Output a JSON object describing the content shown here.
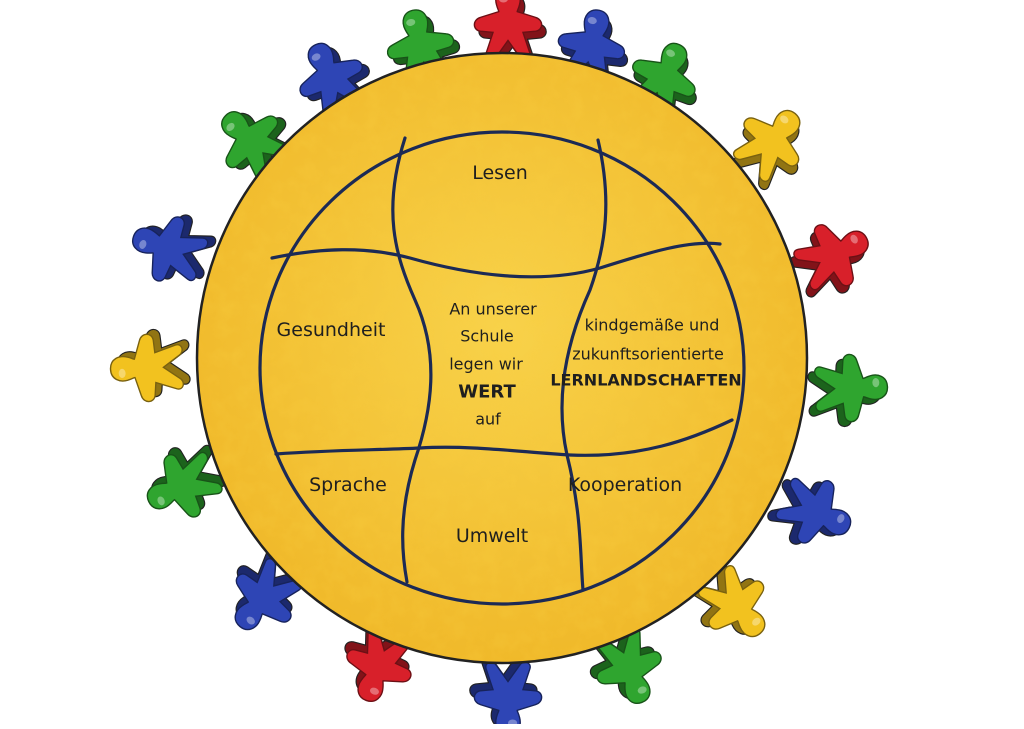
{
  "labels": {
    "lesen": "Lesen",
    "gesundheit": "Gesundheit",
    "center_line1": "An unserer",
    "center_line2": "Schule",
    "center_line3": "legen wir",
    "center_line4": "WERT",
    "center_line5": "auf",
    "right_line1": "kindgemäße und",
    "right_line2": "zukunftsorientierte",
    "right_line3": "LERNLANDSCHAFTEN",
    "sprache": "Sprache",
    "kooperation": "Kooperation",
    "umwelt": "Umwelt"
  },
  "colors": {
    "disc_fill": "#f5c83c",
    "disc_outline": "#222222",
    "grid_lines": "#1c2a55",
    "meeple_red": "#d8202a",
    "meeple_blue": "#2e45b5",
    "meeple_green": "#2fa52f",
    "meeple_yellow": "#f2c21f"
  },
  "meeples": [
    {
      "color": "red",
      "icon": "meeple-icon"
    },
    {
      "color": "blue",
      "icon": "meeple-icon"
    },
    {
      "color": "green",
      "icon": "meeple-icon"
    },
    {
      "color": "yellow",
      "icon": "meeple-icon"
    },
    {
      "color": "red",
      "icon": "meeple-icon"
    },
    {
      "color": "green",
      "icon": "meeple-icon"
    },
    {
      "color": "blue",
      "icon": "meeple-icon"
    },
    {
      "color": "yellow",
      "icon": "meeple-icon"
    },
    {
      "color": "green",
      "icon": "meeple-icon"
    },
    {
      "color": "blue",
      "icon": "meeple-icon"
    },
    {
      "color": "red",
      "icon": "meeple-icon"
    },
    {
      "color": "blue",
      "icon": "meeple-icon"
    },
    {
      "color": "green",
      "icon": "meeple-icon"
    },
    {
      "color": "yellow",
      "icon": "meeple-icon"
    },
    {
      "color": "blue",
      "icon": "meeple-icon"
    },
    {
      "color": "green",
      "icon": "meeple-icon"
    },
    {
      "color": "blue",
      "icon": "meeple-icon"
    },
    {
      "color": "green",
      "icon": "meeple-icon"
    },
    {
      "color": "red",
      "icon": "meeple-icon"
    },
    {
      "color": "yellow",
      "icon": "meeple-icon"
    }
  ]
}
